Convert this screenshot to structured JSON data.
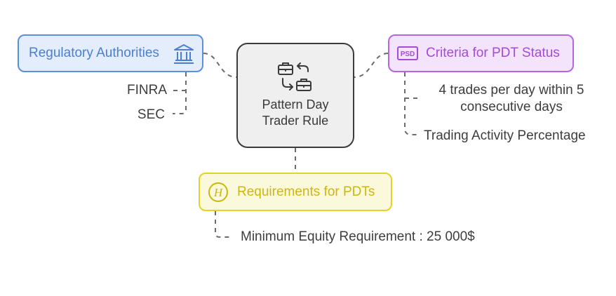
{
  "center": {
    "title": "Pattern Day\nTrader Rule",
    "icon": "briefcase-exchange-icon"
  },
  "regulatory": {
    "label": "Regulatory Authorities",
    "icon": "bank-building-icon",
    "items": [
      "FINRA",
      "SEC"
    ]
  },
  "criteria": {
    "label": "Criteria for PDT Status",
    "icon": "psd-file-icon",
    "items": [
      "4 trades per day within 5\nconsecutive days",
      "Trading Activity Percentage"
    ]
  },
  "requirements": {
    "label": "Requirements for PDTs",
    "icon": "h-circle-icon",
    "items": [
      "Minimum Equity Requirement : 25 000$"
    ]
  },
  "colors": {
    "center_border": "#3b3b3b",
    "center_fill": "#efefef",
    "regulatory_border": "#5b8fdd",
    "regulatory_fill": "#e4edfb",
    "criteria_border": "#b565e4",
    "criteria_fill": "#f3e3fb",
    "requirements_border": "#e6d227",
    "requirements_fill": "#fbf9db",
    "connector": "#6b6b6b"
  }
}
